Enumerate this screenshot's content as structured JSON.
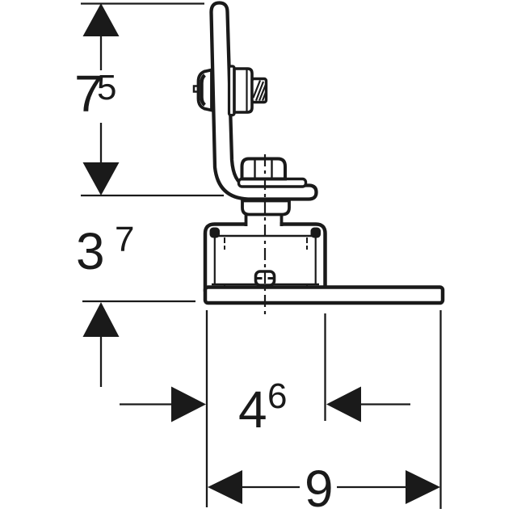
{
  "figure": {
    "description": "Technical side-view line drawing of an L-shaped mounting bracket with bolt, threaded stud, sound-insulation pad and baseplate, annotated with four dimensions",
    "colors": {
      "line": "#1a1a1a",
      "background": "#ffffff"
    },
    "dimensions": {
      "vertical_upper": {
        "main": "7",
        "sup": "5"
      },
      "vertical_lower": {
        "main": "3",
        "sup": "7"
      },
      "horizontal_pad": {
        "main": "4",
        "sup": "6"
      },
      "horizontal_baseplate": {
        "main": "9"
      }
    }
  }
}
